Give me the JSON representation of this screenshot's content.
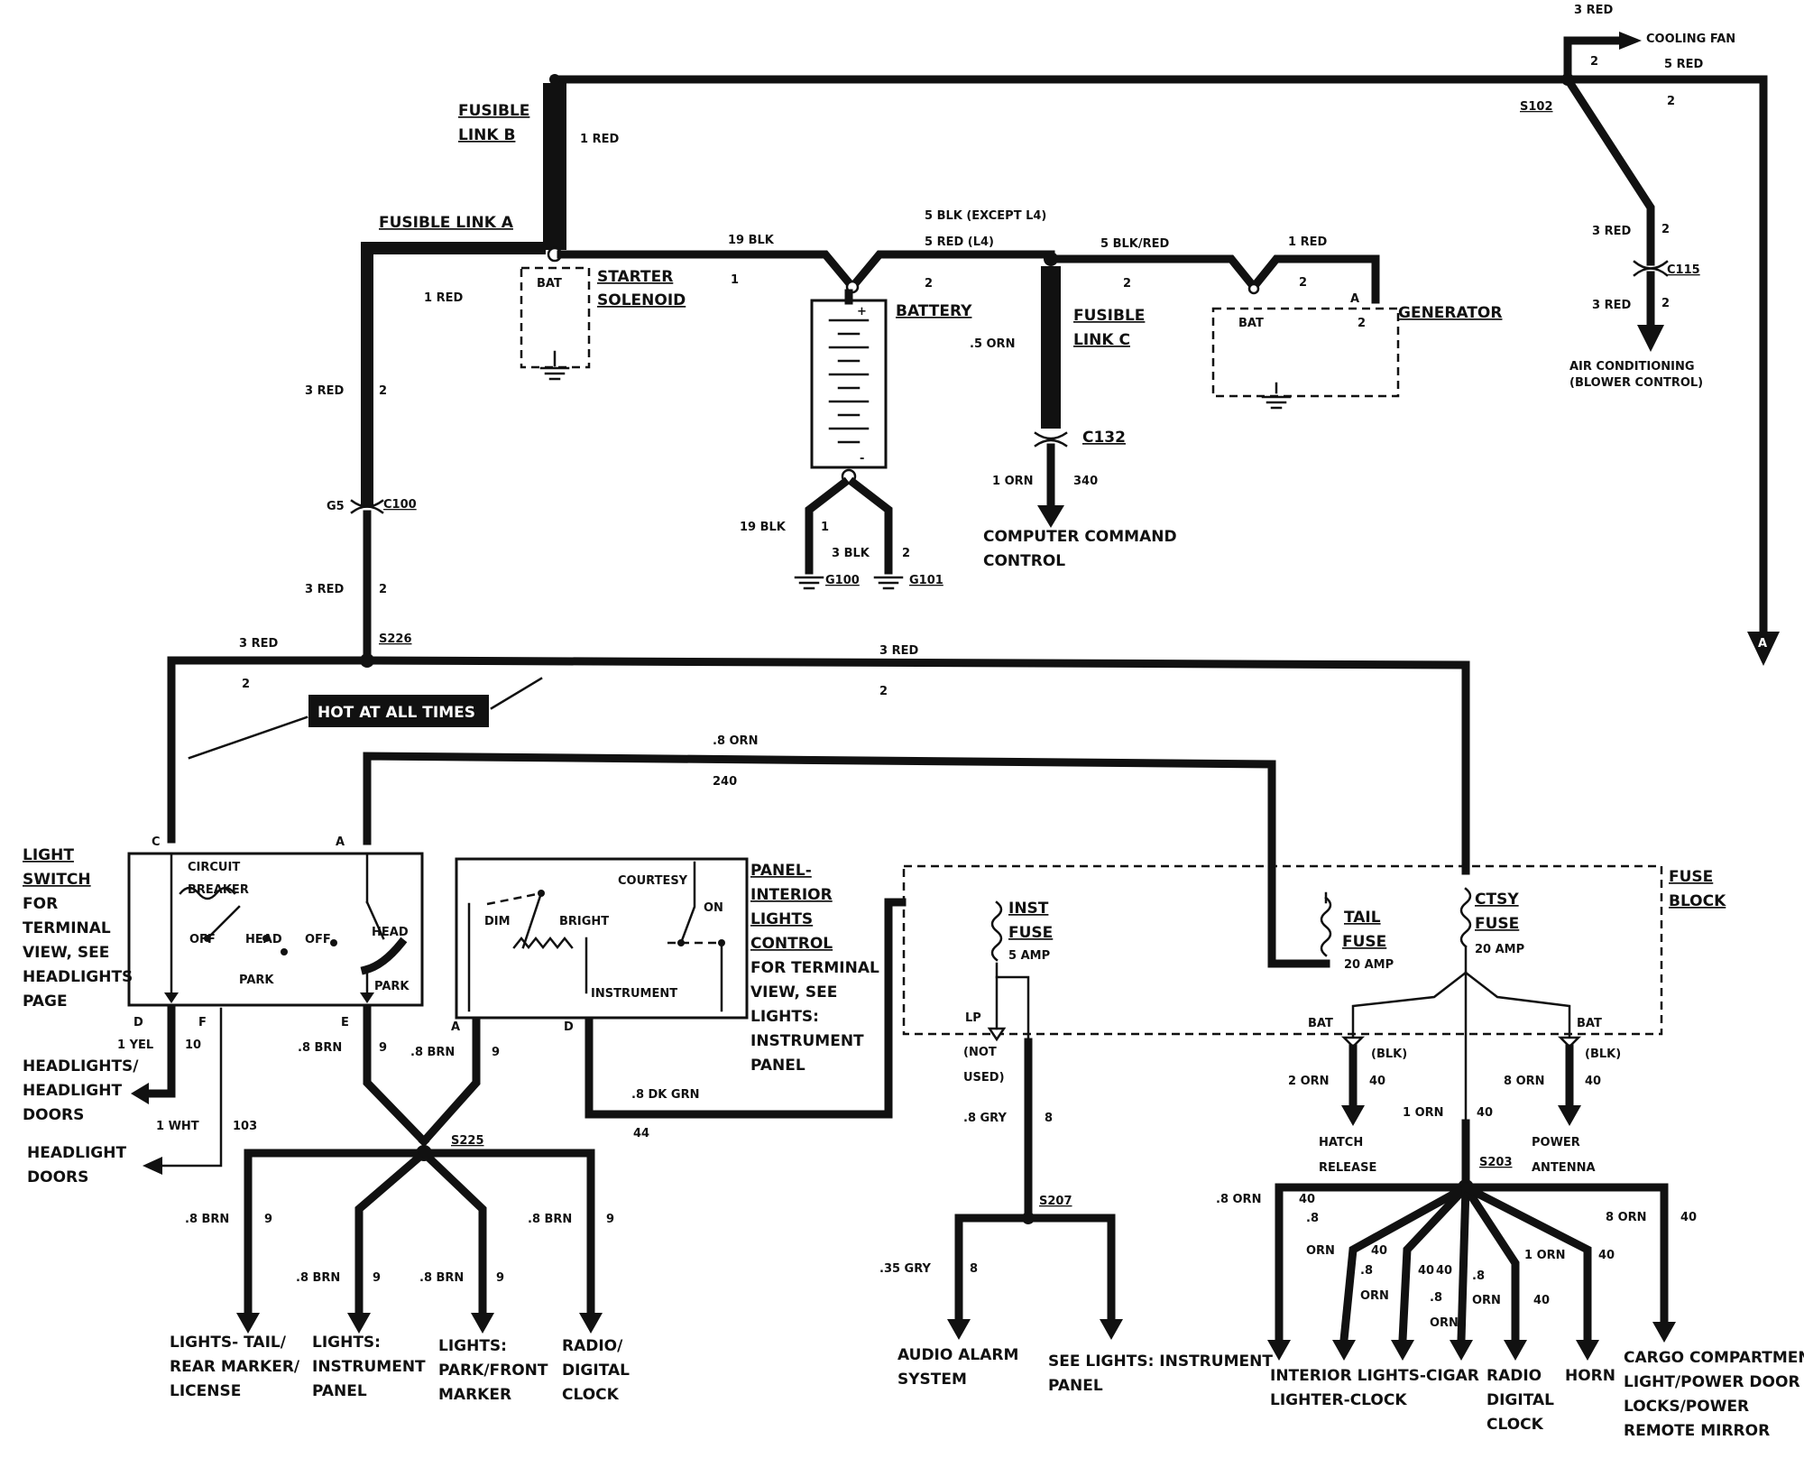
{
  "labels": {
    "top_3red": "3 RED",
    "cooling_fan": "COOLING FAN",
    "fan_2": "2",
    "fan_5red": "5 RED",
    "s102": "S102",
    "s102_2": "2",
    "fusible_link_b_1": "FUSIBLE",
    "fusible_link_b_2": "LINK B",
    "link_b_1red": "1 RED",
    "fusible_link_a": "FUSIBLE LINK A",
    "bat_sol": "BAT",
    "starter_1": "STARTER",
    "starter_2": "SOLENOID",
    "sol_1red": "1 RED",
    "blk19_top": "19 BLK",
    "blk19_1": "1",
    "blk5_except": "5 BLK (EXCEPT L4)",
    "red5_l4": "5 RED (L4)",
    "batt_2": "2",
    "battery": "BATTERY",
    "blkred5": "5 BLK/RED",
    "blkred_2": "2",
    "gen_1red": "1 RED",
    "gen_2": "2",
    "gen_a": "A",
    "generator": "GENERATOR",
    "gen_bat": "BAT",
    "gen_t2": "2",
    "orn5": ".5 ORN",
    "fusible_c_1": "FUSIBLE",
    "fusible_c_2": "LINK C",
    "c132": "C132",
    "orn1": "1 ORN",
    "w340": "340",
    "computer_1": "COMPUTER COMMAND",
    "computer_2": "CONTROL",
    "red3_a": "3 RED",
    "red3_a_2": "2",
    "g5": "G5",
    "c100": "C100",
    "red3_b": "3 RED",
    "red3_b_2": "2",
    "blk19_bot": "19 BLK",
    "blk19_bot_1": "1",
    "blk3": "3 BLK",
    "blk3_2": "2",
    "g100": "G100",
    "g101": "G101",
    "ac_3red_a": "3 RED",
    "ac_2a": "2",
    "c115": "C115",
    "ac_3red_b": "3 RED",
    "ac_2b": "2",
    "ac_1": "AIR CONDITIONING",
    "ac_2": "(BLOWER CONTROL)",
    "a_marker": "A",
    "s226_3red": "3 RED",
    "s226": "S226",
    "s226_2": "2",
    "main_3red": "3 RED",
    "main_2": "2",
    "hot": "HOT AT ALL TIMES",
    "orn8_top": ".8 ORN",
    "w240": "240",
    "ls_1": "LIGHT",
    "ls_2": "SWITCH",
    "ls_3": "FOR",
    "ls_4": "TERMINAL",
    "ls_5": "VIEW, SEE",
    "ls_6": "HEADLIGHTS",
    "ls_7": "PAGE",
    "term_c": "C",
    "term_a": "A",
    "circuit": "CIRCUIT",
    "breaker": "BREAKER",
    "off1": "OFF",
    "head1": "HEAD",
    "park1": "PARK",
    "off2": "OFF",
    "head2": "HEAD",
    "park2": "PARK",
    "term_d": "D",
    "term_f": "F",
    "term_e": "E",
    "yel1": "1 YEL",
    "w10": "10",
    "hl_1": "HEADLIGHTS/",
    "hl_2": "HEADLIGHT",
    "hl_3": "DOORS",
    "wht1": "1 WHT",
    "w103": "103",
    "hd_1": "HEADLIGHT",
    "hd_2": "DOORS",
    "brn8_e": ".8 BRN",
    "w9_e": "9",
    "courtesy": "COURTESY",
    "on": "ON",
    "dim": "DIM",
    "bright": "BRIGHT",
    "instrument": "INSTRUMENT",
    "pi_1": "PANEL-",
    "pi_2": "INTERIOR",
    "pi_3": "LIGHTS",
    "pi_4": "CONTROL",
    "pi_5": "FOR TERMINAL",
    "pi_6": "VIEW, SEE",
    "pi_7": "LIGHTS:",
    "pi_8": "INSTRUMENT",
    "pi_9": "PANEL",
    "term_a2": "A",
    "term_d2": "D",
    "brn8_a": ".8 BRN",
    "w9_a": "9",
    "dkgrn": ".8 DK GRN",
    "w44": "44",
    "s225": "S225",
    "brn8_1": ".8 BRN",
    "w9_1": "9",
    "brn8_2": ".8 BRN",
    "w9_2": "9",
    "brn8_3": ".8 BRN",
    "w9_3": "9",
    "brn8_4": ".8 BRN",
    "w9_4": "9",
    "lt_1": "LIGHTS- TAIL/",
    "lt_2": "REAR MARKER/",
    "lt_3": "LICENSE",
    "ip_1": "LIGHTS:",
    "ip_2": "INSTRUMENT",
    "ip_3": "PANEL",
    "pf_1": "LIGHTS:",
    "pf_2": "PARK/FRONT",
    "pf_3": "MARKER",
    "rd_1": "RADIO/",
    "rd_2": "DIGITAL",
    "rd_3": "CLOCK",
    "inst_1": "INST",
    "inst_2": "FUSE",
    "inst_3": "5 AMP",
    "lp": "LP",
    "not_used_1": "(NOT",
    "not_used_2": "USED)",
    "gry8": ".8 GRY",
    "w8": "8",
    "s207": "S207",
    "gry35": ".35 GRY",
    "w8b": "8",
    "aa_1": "AUDIO ALARM",
    "aa_2": "SYSTEM",
    "sl_1": "SEE LIGHTS: INSTRUMENT",
    "sl_2": "PANEL",
    "tail_1": "TAIL",
    "tail_2": "FUSE",
    "tail_3": "20 AMP",
    "ctsy_1": "CTSY",
    "ctsy_2": "FUSE",
    "ctsy_3": "20 AMP",
    "fb_1": "FUSE",
    "fb_2": "BLOCK",
    "bat_l": "BAT",
    "bat_r": "BAT",
    "blk_l": "(BLK)",
    "blk_r": "(BLK)",
    "orn2": "2 ORN",
    "w40_a": "40",
    "orn1_mid": "1 ORN",
    "w40_b": "40",
    "orn8_r": "8 ORN",
    "w40_c": "40",
    "hr_1": "HATCH",
    "hr_2": "RELEASE",
    "pa_1": "POWER",
    "pa_2": "ANTENNA",
    "s203": "S203",
    "o1": ".8 ORN",
    "o1n": "40",
    "o2a": ".8",
    "o2b": "ORN",
    "o2n": "40",
    "o3a": ".8",
    "o3b": "ORN",
    "o3n": "40",
    "o4a": ".8",
    "o4b": "ORN",
    "o4n": "40",
    "o5a": ".8",
    "o5b": "ORN",
    "o5n": "40",
    "o6": "1 ORN",
    "o6n": "40",
    "o7": "8 ORN",
    "o7n": "40",
    "il_1": "INTERIOR LIGHTS-CIGAR",
    "il_2": "LIGHTER-CLOCK",
    "rdc_1": "RADIO",
    "rdc_2": "DIGITAL",
    "rdc_3": "CLOCK",
    "horn": "HORN",
    "cc_1": "CARGO COMPARTMENT",
    "cc_2": "LIGHT/POWER DOOR",
    "cc_3": "LOCKS/POWER",
    "cc_4": "REMOTE MIRROR"
  }
}
